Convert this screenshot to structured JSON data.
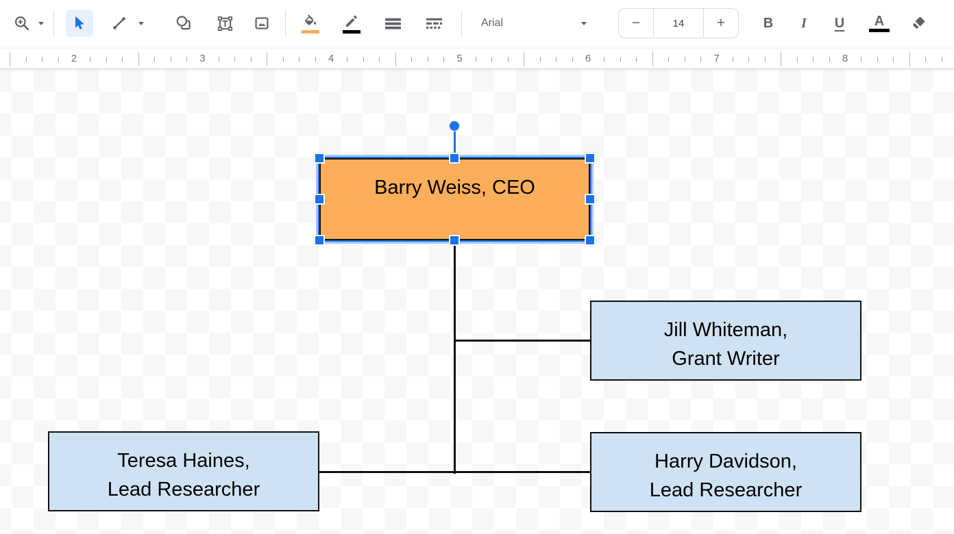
{
  "toolbar": {
    "font_family": "Arial",
    "font_size": "14",
    "bold_label": "B",
    "italic_label": "I",
    "underline_label": "U",
    "text_color_label": "A"
  },
  "ruler": {
    "numbers": [
      "2",
      "3",
      "4",
      "5",
      "6",
      "7",
      "8"
    ]
  },
  "drawing": {
    "shapes": [
      {
        "lines": [
          "Barry Weiss, CEO"
        ],
        "fill": "#fdae5a",
        "selected": true
      },
      {
        "lines": [
          "Jill Whiteman,",
          "Grant Writer"
        ],
        "fill": "#cfe2f3",
        "selected": false
      },
      {
        "lines": [
          "Teresa Haines,",
          "Lead Researcher"
        ],
        "fill": "#cfe2f3",
        "selected": false
      },
      {
        "lines": [
          "Harry Davidson,",
          "Lead Researcher"
        ],
        "fill": "#cfe2f3",
        "selected": false
      }
    ],
    "connectors": [
      {
        "from": 0,
        "to": 1
      },
      {
        "from": 0,
        "to": 2
      },
      {
        "from": 0,
        "to": 3
      }
    ]
  },
  "colors": {
    "selection_blue": "#1a73e8",
    "selection_glow": "#a8c7f5",
    "shape_fill_orange": "#fdae5a",
    "shape_fill_blue": "#cfe2f3",
    "shape_border": "#111111",
    "fill_swatch": "#fbab57",
    "border_swatch": "#000000",
    "text_color_swatch": "#000000",
    "active_tool_bg": "#e8f0fe",
    "icon_gray": "#5f6368"
  }
}
